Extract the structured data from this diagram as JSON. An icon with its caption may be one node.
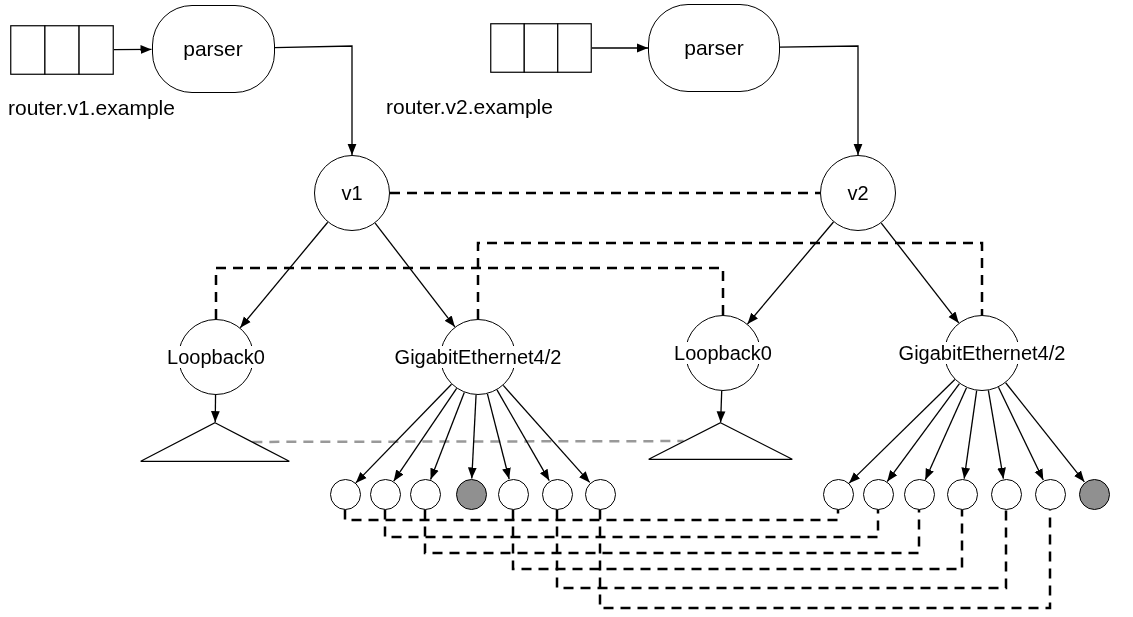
{
  "diagram": {
    "nodes": [
      {
        "text": [],
        "shape": "box"
      },
      {
        "text": [
          "parser"
        ]
      },
      {
        "text": [],
        "shape": "box"
      },
      {
        "text": [
          "parser"
        ]
      },
      {
        "text": [
          "v1"
        ]
      },
      {
        "text": [
          "v2"
        ]
      },
      {
        "text": [
          "Loopback0"
        ]
      },
      {
        "text": [
          "GigabitEthernet4/2"
        ]
      },
      {
        "text": [
          "Loopback0"
        ]
      },
      {
        "text": [
          "GigabitEthernet4/2"
        ]
      },
      {
        "text": [],
        "shape": "triangle"
      },
      {
        "text": [],
        "shape": "triangle"
      },
      {
        "text": [],
        "shape": "circle"
      },
      {
        "text": [],
        "shape": "circle"
      },
      {
        "text": [],
        "shape": "circle"
      },
      {
        "text": [],
        "shape": "circle"
      },
      {
        "text": [],
        "shape": "circle"
      },
      {
        "text": [],
        "shape": "circle"
      },
      {
        "text": [],
        "shape": "circle"
      },
      {
        "text": [],
        "shape": "circle"
      },
      {
        "text": [],
        "shape": "circle"
      },
      {
        "text": [],
        "shape": "circle"
      },
      {
        "text": [],
        "shape": "circle"
      },
      {
        "text": [],
        "shape": "circle"
      },
      {
        "text": [],
        "shape": "circle"
      },
      {
        "text": [],
        "shape": "circle"
      }
    ],
    "labels": [
      "router.v1.example",
      "router.v2.example"
    ],
    "edges": [
      {
        "from": 0,
        "to": 1,
        "arrow": "to"
      },
      {
        "from": 2,
        "to": 3,
        "arrow": "to"
      },
      {
        "from": 1,
        "to": 4,
        "arrow": "to"
      },
      {
        "from": 3,
        "to": 5,
        "arrow": "to"
      },
      {
        "from": 4,
        "to": 5,
        "arrow": "none",
        "style": "dashed"
      },
      {
        "from": 4,
        "to": 6,
        "arrow": "to"
      },
      {
        "from": 4,
        "to": 7,
        "arrow": "to"
      },
      {
        "from": 5,
        "to": 8,
        "arrow": "to"
      },
      {
        "from": 5,
        "to": 9,
        "arrow": "to"
      },
      {
        "from": 6,
        "to": 8,
        "arrow": "none",
        "style": "dashed"
      },
      {
        "from": 7,
        "to": 9,
        "arrow": "none",
        "style": "dashed"
      },
      {
        "from": 6,
        "to": 10,
        "arrow": "to"
      },
      {
        "from": 8,
        "to": 11,
        "arrow": "to"
      },
      {
        "from": 10,
        "to": 11,
        "arrow": "none",
        "style": "dashed",
        "color": "#999999"
      },
      {
        "from": 7,
        "to": 12,
        "arrow": "to"
      },
      {
        "from": 7,
        "to": 13,
        "arrow": "to"
      },
      {
        "from": 7,
        "to": 14,
        "arrow": "to"
      },
      {
        "from": 7,
        "to": 15,
        "arrow": "to"
      },
      {
        "from": 7,
        "to": 16,
        "arrow": "to"
      },
      {
        "from": 7,
        "to": 17,
        "arrow": "to"
      },
      {
        "from": 7,
        "to": 18,
        "arrow": "to"
      },
      {
        "from": 9,
        "to": 19,
        "arrow": "to"
      },
      {
        "from": 9,
        "to": 20,
        "arrow": "to"
      },
      {
        "from": 9,
        "to": 21,
        "arrow": "to"
      },
      {
        "from": 9,
        "to": 22,
        "arrow": "to"
      },
      {
        "from": 9,
        "to": 23,
        "arrow": "to"
      },
      {
        "from": 9,
        "to": 24,
        "arrow": "to"
      },
      {
        "from": 9,
        "to": 25,
        "arrow": "to"
      },
      {
        "from": 12,
        "to": 19,
        "arrow": "none",
        "style": "dashed"
      },
      {
        "from": 13,
        "to": 20,
        "arrow": "none",
        "style": "dashed"
      },
      {
        "from": 14,
        "to": 21,
        "arrow": "none",
        "style": "dashed"
      },
      {
        "from": 16,
        "to": 22,
        "arrow": "none",
        "style": "dashed"
      },
      {
        "from": 17,
        "to": 23,
        "arrow": "none",
        "style": "dashed"
      },
      {
        "from": 18,
        "to": 24,
        "arrow": "none",
        "style": "dashed"
      }
    ]
  }
}
